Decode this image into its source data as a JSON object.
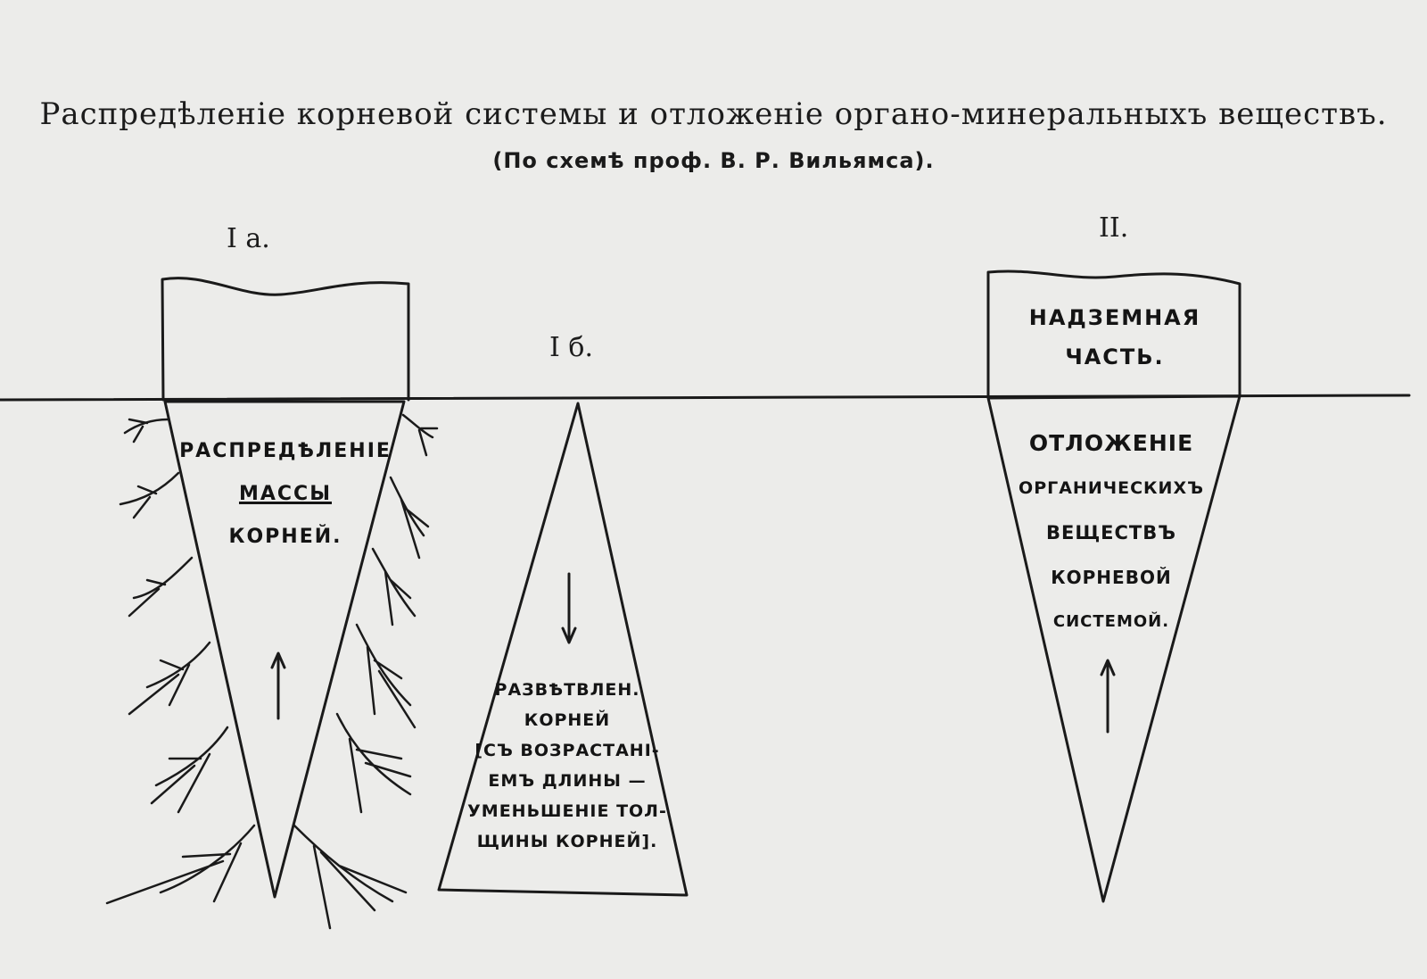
{
  "title": "Распредѣленіе корневой системы и отложеніе органо-минеральныхъ веществъ.",
  "subtitle": "(По схемѣ проф. В. Р. Вильямса).",
  "diagrams": {
    "ia": {
      "label": "I a.",
      "lines": [
        "РАСПРЕДѢЛЕНІЕ",
        "МАССЫ",
        "КОРНЕЙ."
      ]
    },
    "ib": {
      "label": "I б.",
      "lines": [
        "РАЗВѢТВЛЕН.",
        "КОРНЕЙ",
        "[СЪ ВОЗРАСТАНІ-",
        "ЕМЪ ДЛИНЫ —",
        "УМЕНЬШЕНІЕ ТОЛ-",
        "ЩИНЫ КОРНЕЙ]."
      ]
    },
    "ii": {
      "label": "II.",
      "top_lines": [
        "НАДЗЕМНАЯ",
        "ЧАСТЬ."
      ],
      "lines": [
        "ОТЛОЖЕНІЕ",
        "ОРГАНИЧЕСКИХЪ",
        "ВЕЩЕСТВЪ",
        "КОРНЕВОЙ",
        "СИСТЕМОЙ."
      ]
    }
  },
  "icons": [
    "up-arrow-icon",
    "down-arrow-icon"
  ],
  "colors": {
    "paper": "#ececea",
    "ink": "#1a1a1a"
  }
}
